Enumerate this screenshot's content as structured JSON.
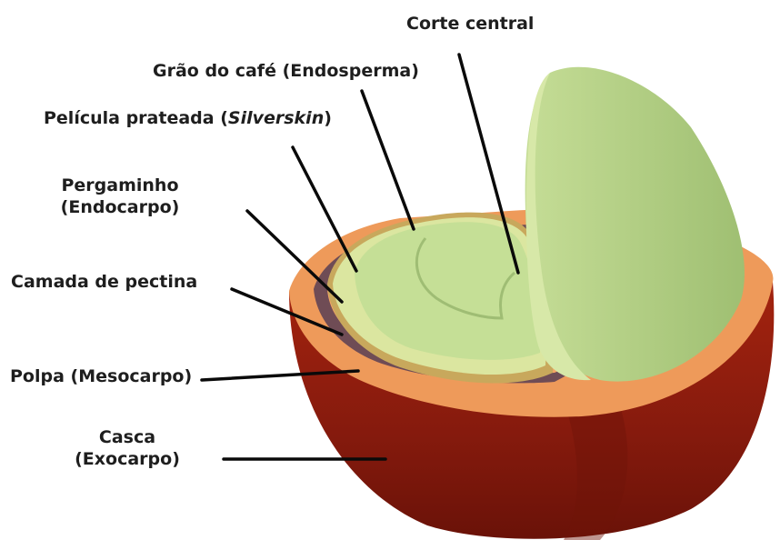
{
  "colors": {
    "exocarp": "#8f1a0c",
    "mesocarp": "#f09a5c",
    "pectin": "#6e4a52",
    "parchment": "#c9a85a",
    "silverskin": "#d9e59c",
    "endosperm": "#c4df93",
    "bean_face": "#b8d58d",
    "leader": "#0a0a0a"
  },
  "labels": {
    "corte_central": "Corte central",
    "grao_cafe": "Grão do café (Endosperma)",
    "pelicula_prefix": "Película prateada (",
    "pelicula_italic": "Silverskin",
    "pelicula_suffix": ")",
    "pergaminho_line1": "Pergaminho",
    "pergaminho_line2": "(Endocarpo)",
    "camada_pectina": "Camada de pectina",
    "polpa": "Polpa (Mesocarpo)",
    "casca_line1": "Casca",
    "casca_line2": "(Exocarpo)"
  }
}
